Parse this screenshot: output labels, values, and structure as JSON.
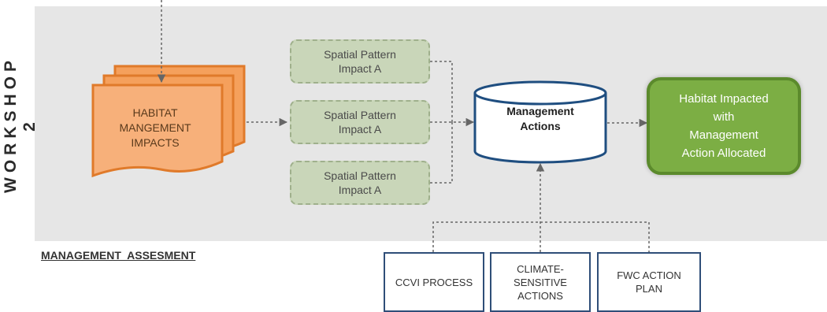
{
  "side_label": "WORKSHOP 2",
  "section_label": "MANAGEMENT  ASSESMENT",
  "habitat_doc": {
    "lines": [
      "HABITAT",
      "MANGEMENT",
      "IMPACTS"
    ]
  },
  "spatial_boxes": [
    {
      "line1": "Spatial Pattern",
      "line2": "Impact A"
    },
    {
      "line1": "Spatial Pattern",
      "line2": "Impact A"
    },
    {
      "line1": "Spatial Pattern",
      "line2": "Impact A"
    }
  ],
  "management_db": {
    "line1": "Management",
    "line2": "Actions"
  },
  "outcome": {
    "lines": [
      "Habitat Impacted",
      "with",
      "Management",
      "Action Allocated"
    ]
  },
  "inputs": [
    {
      "lines": [
        "CCVI PROCESS"
      ]
    },
    {
      "lines": [
        "CLIMATE-",
        "SENSITIVE",
        "ACTIONS"
      ]
    },
    {
      "lines": [
        "FWC ACTION",
        "PLAN"
      ]
    }
  ],
  "colors": {
    "band": "#e6e6e6",
    "doc_fill": "#f5a05c",
    "doc_stroke": "#e07a2a",
    "spatial_fill": "#c9d6b9",
    "outcome_fill": "#7cae44",
    "input_border": "#2f4e78",
    "db_stroke": "#1f4e80"
  }
}
